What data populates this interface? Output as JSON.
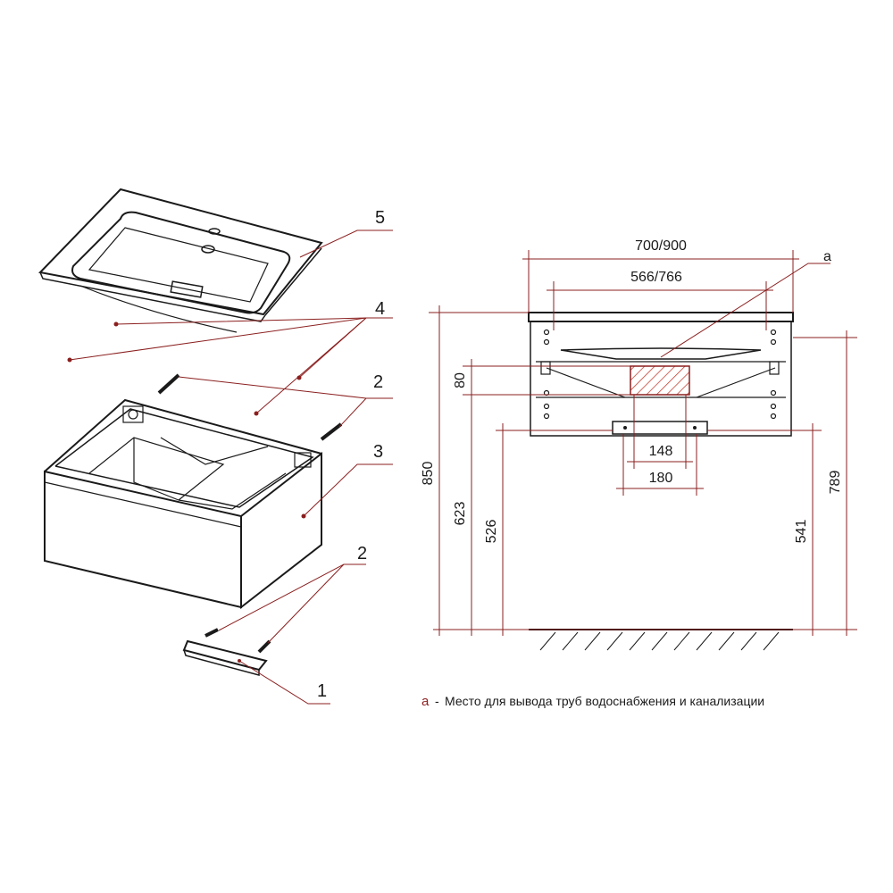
{
  "colors": {
    "outline": "#1a1a1a",
    "dimension": "#8b1f1f",
    "hatch": "#c0392b"
  },
  "exploded_view": {
    "callouts": [
      "5",
      "4",
      "2",
      "3",
      "2",
      "1"
    ]
  },
  "front_view": {
    "width_label": "700/900",
    "inner_width_label": "566/766",
    "pipe_label": "a",
    "dim_80": "80",
    "dim_148": "148",
    "dim_180": "180",
    "dim_850": "850",
    "dim_623": "623",
    "dim_526": "526",
    "dim_541": "541",
    "dim_789": "789"
  },
  "legend": {
    "key": "a",
    "dash": "-",
    "text": "Место для вывода труб водоснабжения и канализации"
  }
}
